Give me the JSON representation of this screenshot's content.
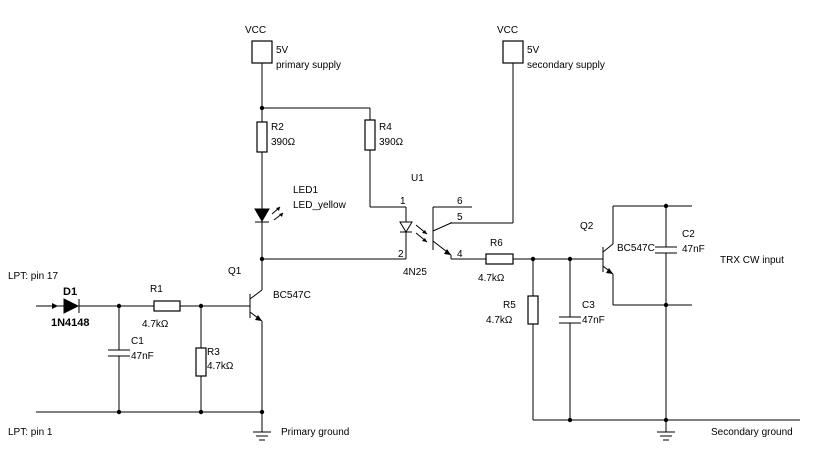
{
  "labels": {
    "vcc1": "VCC",
    "vcc1_value": "5V",
    "vcc1_desc": "primary supply",
    "vcc2": "VCC",
    "vcc2_value": "5V",
    "vcc2_desc": "secondary supply",
    "r2_name": "R2",
    "r2_value": "390Ω",
    "r4_name": "R4",
    "r4_value": "390Ω",
    "led_name": "LED1",
    "led_value": "LED_yellow",
    "u1_name": "U1",
    "u1_part": "4N25",
    "pin1": "1",
    "pin2": "2",
    "pin4": "4",
    "pin5": "5",
    "pin6": "6",
    "q1_name": "Q1",
    "q1_part": "BC547C",
    "q2_name": "Q2",
    "q2_part": "BC547C",
    "r1_name": "R1",
    "r1_value": "4.7kΩ",
    "r3_name": "R3",
    "r3_value": "4.7kΩ",
    "r5_name": "R5",
    "r5_value": "4.7kΩ",
    "r6_name": "R6",
    "r6_value": "4.7kΩ",
    "c1_name": "C1",
    "c1_value": "47nF",
    "c2_name": "C2",
    "c2_value": "47nF",
    "c3_name": "C3",
    "c3_value": "47nF",
    "d1_name": "D1",
    "d1_part": "1N4148",
    "lpt17": "LPT: pin 17",
    "lpt1": "LPT: pin 1",
    "primary_ground": "Primary ground",
    "secondary_ground": "Secondary ground",
    "trx": "TRX CW input"
  }
}
